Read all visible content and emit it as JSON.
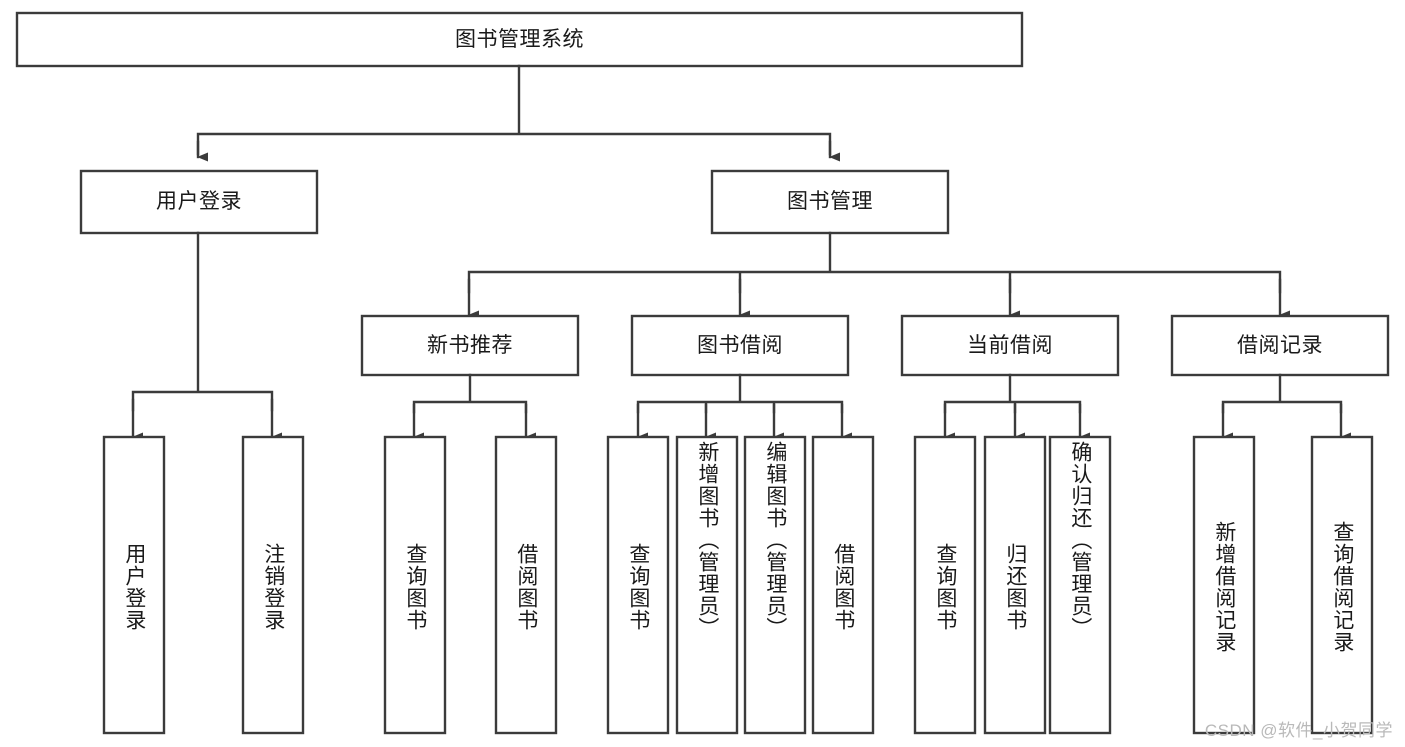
{
  "diagram": {
    "type": "tree",
    "title": "图书管理系统",
    "orientation": "top-down",
    "colors": {
      "box_stroke": "#3b3b3b",
      "box_fill": "#ffffff",
      "text": "#1a1a1a",
      "background": "#ffffff",
      "watermark": "#b9b9b9"
    },
    "root": {
      "label": "图书管理系统"
    },
    "level2": [
      {
        "label": "用户登录"
      },
      {
        "label": "图书管理"
      }
    ],
    "level3": [
      {
        "label": "新书推荐"
      },
      {
        "label": "图书借阅"
      },
      {
        "label": "当前借阅"
      },
      {
        "label": "借阅记录"
      }
    ],
    "leaves": {
      "user_login": [
        {
          "label": "用户登录"
        },
        {
          "label": "注销登录"
        }
      ],
      "new_book_recommend": [
        {
          "label": "查询图书"
        },
        {
          "label": "借阅图书"
        }
      ],
      "book_borrow": [
        {
          "label": "查询图书"
        },
        {
          "label": "新增图书（管理员）"
        },
        {
          "label": "编辑图书（管理员）"
        },
        {
          "label": "借阅图书"
        }
      ],
      "current_borrow": [
        {
          "label": "查询图书"
        },
        {
          "label": "归还图书"
        },
        {
          "label": "确认归还（管理员）"
        }
      ],
      "borrow_record": [
        {
          "label": "新增借阅记录"
        },
        {
          "label": "查询借阅记录"
        }
      ]
    }
  },
  "watermark": {
    "text": "CSDN @软件_小贺同学"
  }
}
